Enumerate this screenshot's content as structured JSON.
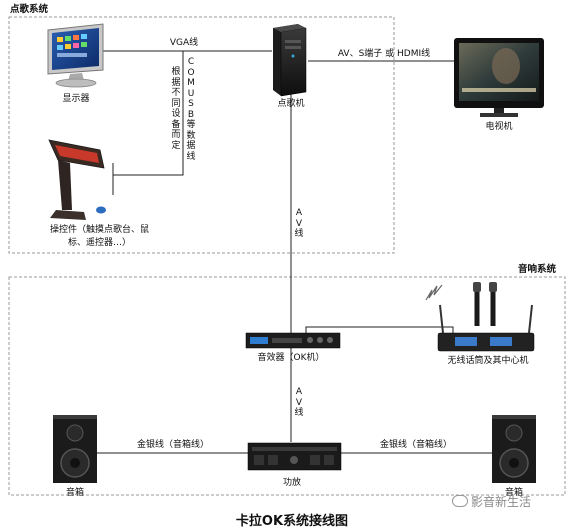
{
  "title": "卡拉OK系统接线图",
  "sections": {
    "vod": "点歌系统",
    "audio": "音响系统"
  },
  "devices": {
    "monitor": "显示器",
    "vod_host": "点歌机",
    "tv": "电视机",
    "controller": "操控件（触摸点歌台、鼠标、遥控器…）",
    "processor": "音效器（OK机）",
    "wireless_mic": "无线话筒及其中心机",
    "amplifier": "功放",
    "speaker_left": "音箱",
    "speaker_right": "音箱"
  },
  "connections": {
    "vga": "VGA线",
    "av_tv": "AV、S端子 或 HDMI线",
    "com_usb": "COM USB等数据线",
    "com_usb_note": "根据不同设备而定",
    "av_vod_processor": "AV线",
    "av_processor_amp": "AV线",
    "speaker_wire_left": "金银线（音箱线）",
    "speaker_wire_right": "金银线（音箱线）"
  },
  "watermark": "影音新生活"
}
